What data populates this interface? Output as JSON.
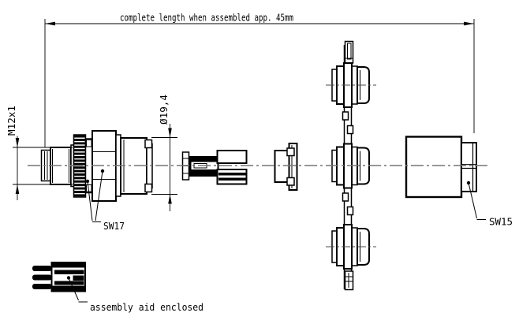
{
  "drawing": {
    "overall_dimension": "complete length when assembled app. 45mm",
    "thread_label": "M12x1",
    "diameter_label": "Ø19,4",
    "wrench_front_label": "SW17",
    "wrench_back_label": "SW15",
    "assembly_aid_label": "assembly aid enclosed",
    "colors": {
      "line": "#000000",
      "centerline": "#757575",
      "background": "#ffffff"
    }
  }
}
